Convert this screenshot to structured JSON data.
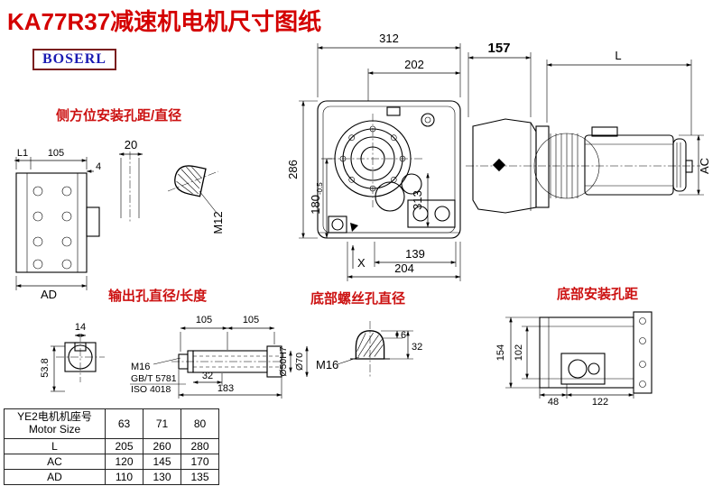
{
  "colors": {
    "title_red": "#d40000",
    "label_red": "#cc1111",
    "logo_blue": "#1b1bb3",
    "logo_border": "#7a1f1f"
  },
  "header": {
    "title": "KA77R37减速机电机尺寸图纸",
    "logo": "BOSERL"
  },
  "front_view": {
    "width_total": "312",
    "width_upper": "202",
    "height_total": "286",
    "height_axis": "180",
    "height_axis_tol": "-0.5",
    "side_dim": "313",
    "bottom_inner": "139",
    "bottom_total": "204",
    "ref_mark": "X"
  },
  "motor_view": {
    "flange_len": "157",
    "motor_len": "L",
    "motor_dia": "AC"
  },
  "left_view": {
    "dim_l1": "L1",
    "dim_105": "105",
    "dim_4": "4",
    "dim_ad": "AD"
  },
  "side_mount": {
    "label": "侧方位安装孔距/直径",
    "dim_20": "20",
    "thread": "M12"
  },
  "output": {
    "label": "输出孔直径/长度",
    "dim_105a": "105",
    "dim_105b": "105",
    "dim_14": "14",
    "dim_53_8": "53.8",
    "thread": "M16",
    "std_gb": "GB/T 5781",
    "std_iso": "ISO 4018",
    "dim_32": "32",
    "dim_183": "183",
    "dia_bore": "Ø50H7",
    "dia_outer": "Ø70"
  },
  "bottom_screw": {
    "label": "底部螺丝孔直径",
    "thread": "M16",
    "dim_6": "6",
    "dim_32": "32"
  },
  "bottom_mount": {
    "label": "底部安装孔距",
    "dim_154": "154",
    "dim_102": "102",
    "dim_48": "48",
    "dim_122": "122"
  },
  "table": {
    "header": {
      "title_cn": "YE2电机机座号",
      "title_en": "Motor Size",
      "cols": [
        "63",
        "71",
        "80"
      ]
    },
    "rows": [
      {
        "label": "L",
        "values": [
          "205",
          "260",
          "280"
        ]
      },
      {
        "label": "AC",
        "values": [
          "120",
          "145",
          "170"
        ]
      },
      {
        "label": "AD",
        "values": [
          "110",
          "130",
          "135"
        ]
      }
    ]
  }
}
